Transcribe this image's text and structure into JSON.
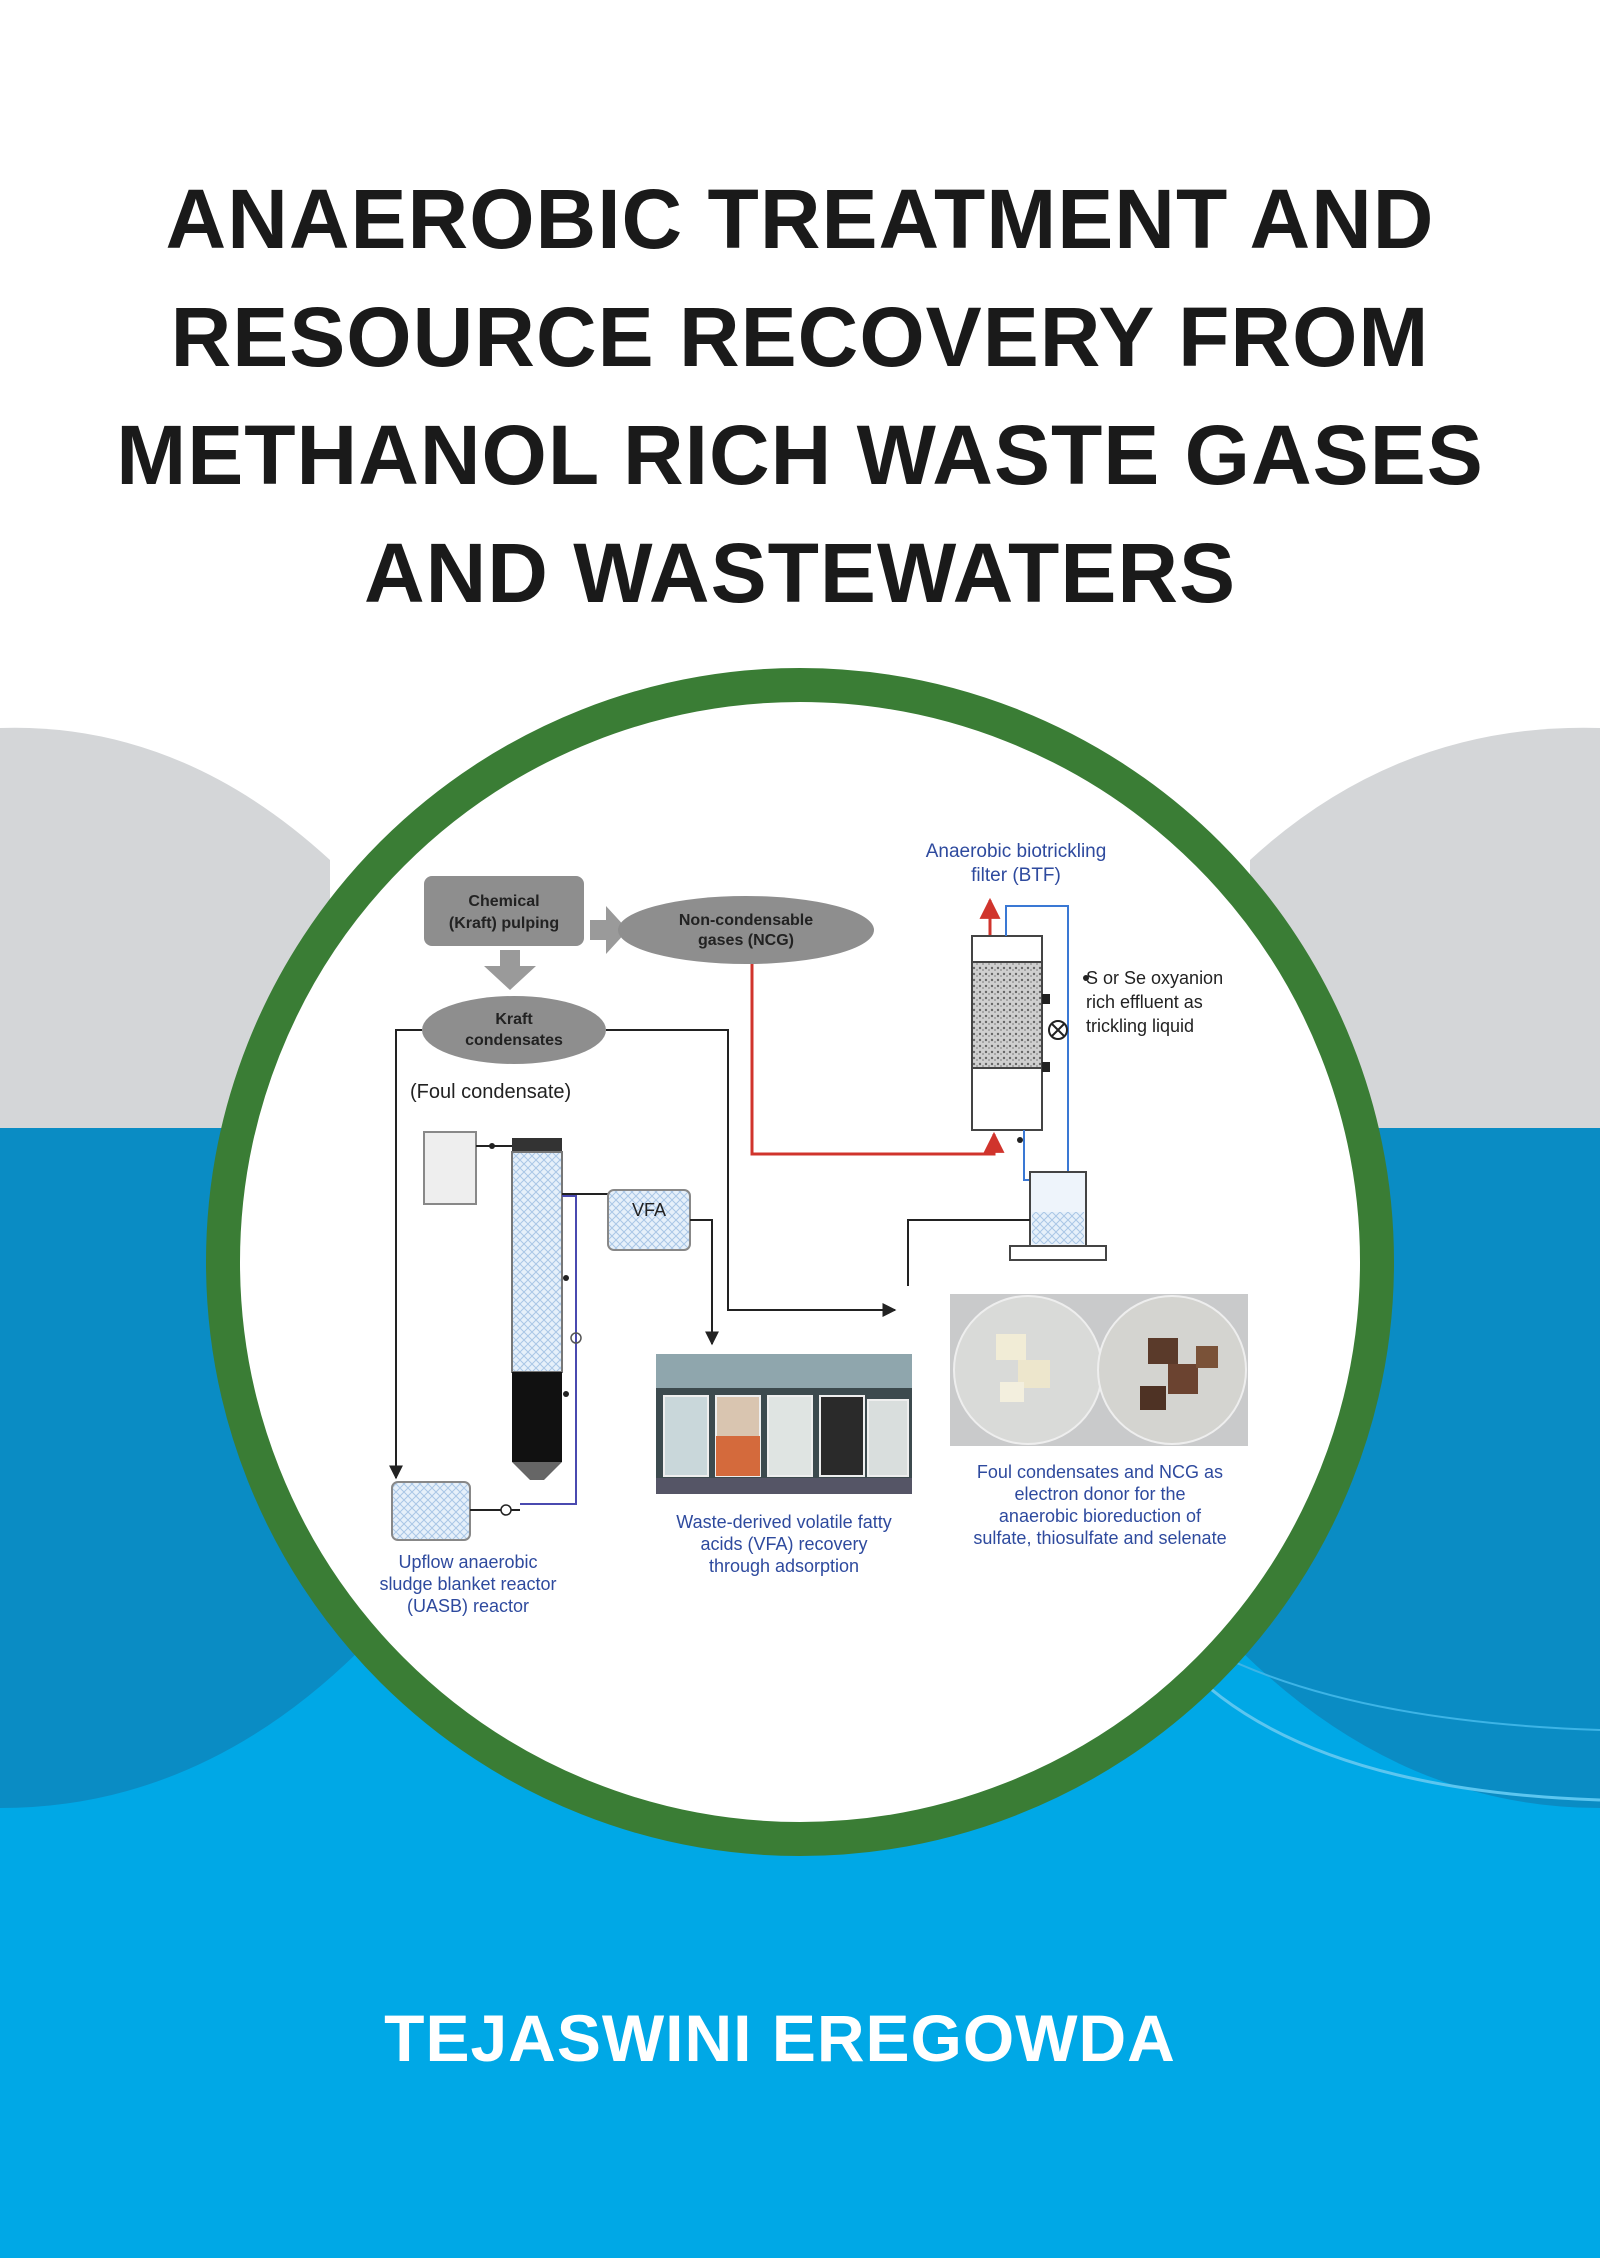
{
  "book": {
    "title_lines": [
      "ANAEROBIC TREATMENT AND",
      "RESOURCE RECOVERY FROM",
      "METHANOL RICH WASTE GASES",
      "AND WASTEWATERS"
    ],
    "author": "TEJASWINI EREGOWDA"
  },
  "colors": {
    "grey_band": "#d4d6d8",
    "dark_blue_band": "#0a8cc4",
    "light_blue_band": "#00a8e6",
    "circle_ring": "#3a7d35",
    "label_blue": "#2e4a9e"
  },
  "diagram": {
    "chemical_pulping": [
      "Chemical",
      "(Kraft) pulping"
    ],
    "ncg": [
      "Non-condensable",
      "gases (NCG)"
    ],
    "kraft_condensates": [
      "Kraft",
      "condensates"
    ],
    "foul_condensate": "(Foul condensate)",
    "vfa_box": "VFA",
    "btf_label": [
      "Anaerobic biotrickling",
      "filter (BTF)"
    ],
    "trickling_liquid": [
      "S or Se oxyanion",
      "rich effluent as",
      "trickling liquid"
    ],
    "uasb_label": [
      "Upflow anaerobic",
      "sludge blanket reactor",
      "(UASB) reactor"
    ],
    "vfa_recovery_label": [
      "Waste-derived volatile fatty",
      "acids (VFA) recovery",
      "through adsorption"
    ],
    "electron_donor_label": [
      "Foul condensates and NCG as",
      "electron donor for the",
      "anaerobic bioreduction of",
      "sulfate, thiosulfate and selenate"
    ]
  }
}
